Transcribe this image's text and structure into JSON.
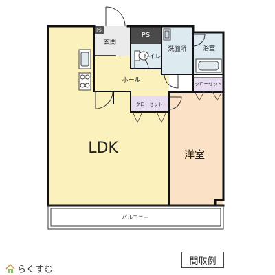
{
  "rooms": {
    "ldk": "LDK",
    "western_room": "洋室",
    "entrance": "玄関",
    "ps_small": "PS",
    "ps": "PS",
    "toilet": "トイレ",
    "washroom": "洗面所",
    "bathroom": "浴室",
    "hall": "ホール",
    "closet_bath": "クローゼット",
    "closet_ldk": "クローゼット",
    "balcony": "バルコニー"
  },
  "footer": {
    "brand": "らくすむ",
    "legend": "間取例"
  },
  "colors": {
    "ldk_fill": "#fbf1bd",
    "western_fill": "#fbe2c6",
    "wet_fill": "#ddeaf0",
    "closet_fill": "#e8ddf0",
    "wall": "#111111",
    "ps_fill": "#4a4a4a"
  },
  "icons": [
    "door-swing-icon",
    "kitchen-sink-icon",
    "stove-icon",
    "toilet-icon",
    "washbasin-icon",
    "bathtub-icon",
    "window-icon",
    "house-logo-icon"
  ]
}
